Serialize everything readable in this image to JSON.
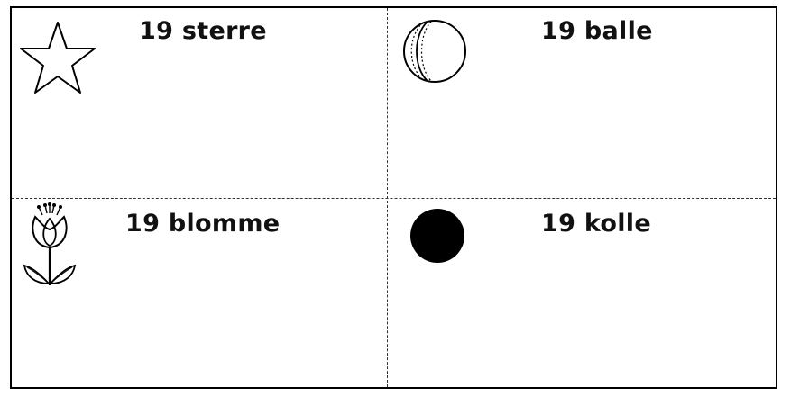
{
  "cards": [
    {
      "label": "19 sterre",
      "icon": "star-icon"
    },
    {
      "label": "19 balle",
      "icon": "ball-icon"
    },
    {
      "label": "19 blomme",
      "icon": "tulip-icon"
    },
    {
      "label": "19 kolle",
      "icon": "black-dot-icon"
    }
  ],
  "colors": {
    "ink": "#000000",
    "paper": "#ffffff"
  }
}
